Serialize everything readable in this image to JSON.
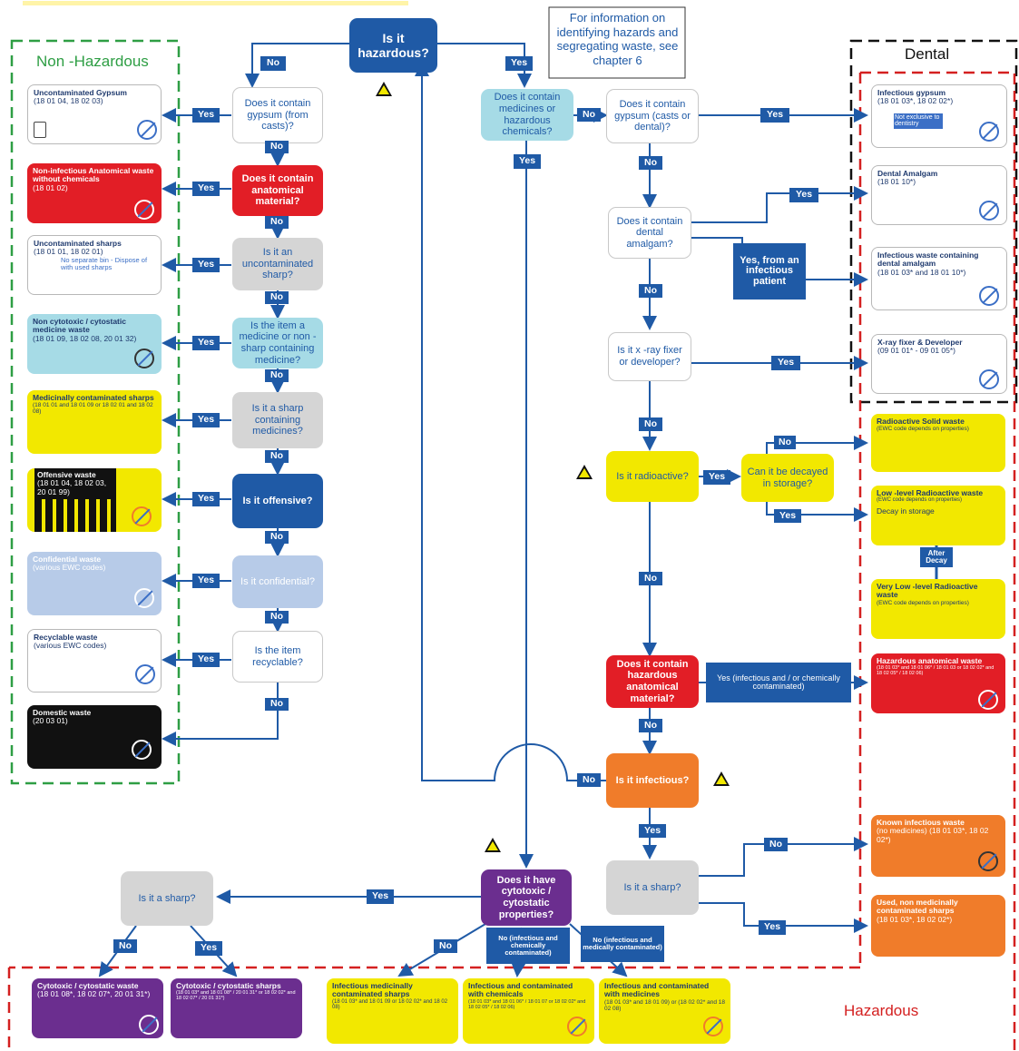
{
  "regions": {
    "non_hazardous": "Non -Hazardous",
    "dental": "Dental",
    "hazardous": "Hazardous"
  },
  "info_note": "For information on identifying hazards and segregating waste, see chapter 6",
  "questions": {
    "is_hazardous": "Is it hazardous?",
    "gypsum": "Does it contain gypsum (from casts)?",
    "anatomical": "Does it contain anatomical material?",
    "uncontam_sharp": "Is it an uncontaminated sharp?",
    "medicine_item": "Is the item a medicine or non - sharp containing medicine?",
    "sharp_medicines": "Is it a sharp containing medicines?",
    "offensive": "Is it offensive?",
    "confidential": "Is it confidential?",
    "recyclable": "Is the item recyclable?",
    "medicines_chemicals": "Does it contain medicines or hazardous chemicals?",
    "gypsum_dental": "Does it contain gypsum (casts or dental)?",
    "dental_amalgam": "Does it contain dental amalgam?",
    "xray": "Is it x -ray fixer or developer?",
    "radioactive": "Is it radioactive?",
    "decayed": "Can it be decayed in storage?",
    "haz_anatomical": "Does it contain hazardous anatomical material?",
    "infectious": "Is it infectious?",
    "cytotoxic": "Does it have cytotoxic / cytostatic properties?",
    "sharp_right": "Is it a sharp?",
    "sharp_left": "Is it a sharp?"
  },
  "labels": {
    "yes": "Yes",
    "no": "No",
    "yes_infectious_patient": "Yes, from an infectious patient",
    "yes_infectious_chem": "Yes (infectious and / or chemically contaminated)",
    "no_chem": "No (infectious and chemically contaminated)",
    "no_med": "No (infectious and medically contaminated)",
    "after_decay": "After Decay"
  },
  "left_boxes": [
    {
      "title": "Uncontaminated Gypsum",
      "sub": "(18 01 04, 18 02 03)"
    },
    {
      "title": "Non-infectious Anatomical waste without chemicals",
      "sub": "(18 01 02)"
    },
    {
      "title": "Uncontaminated sharps",
      "sub": "(18 01 01, 18 02 01)",
      "note": "No separate bin - Dispose of with used sharps"
    },
    {
      "title": "Non cytotoxic / cytostatic medicine waste",
      "sub": "(18 01 09, 18 02 08, 20 01 32)"
    },
    {
      "title": "Medicinally contaminated sharps",
      "sub": "(18 01 01 and 18 01 09 or 18 02 01 and 18 02 08)"
    },
    {
      "title": "Offensive waste",
      "sub": "(18 01 04, 18 02 03, 20 01 99)"
    },
    {
      "title": "Confidential waste",
      "sub": "(various EWC codes)"
    },
    {
      "title": "Recyclable waste",
      "sub": "(various EWC codes)"
    },
    {
      "title": "Domestic waste",
      "sub": "(20 03 01)"
    }
  ],
  "dental_boxes": [
    {
      "title": "Infectious gypsum",
      "sub": "(18 01 03*, 18 02 02*)",
      "note": "Not exclusive to dentistry"
    },
    {
      "title": "Dental Amalgam",
      "sub": "(18 01 10*)"
    },
    {
      "title": "Infectious waste containing dental amalgam",
      "sub": "(18 01 03* and 18 01 10*)"
    },
    {
      "title": "X-ray fixer & Developer",
      "sub": "(09 01 01*    - 09 01 05*)"
    }
  ],
  "right_boxes": [
    {
      "title": "Radioactive Solid waste",
      "sub": "(EWC code depends on properties)"
    },
    {
      "title": "Low -level Radioactive waste",
      "sub": "(EWC code depends on properties)",
      "note": "Decay in storage"
    },
    {
      "title": "Very Low -level Radioactive waste",
      "sub": "(EWC code depends on properties)"
    },
    {
      "title": "Hazardous anatomical waste",
      "sub": "(18 01 03* and 18 01 06* / 18 01 03 or 18 02 02* and 18 02 05* / 18 02 06)"
    },
    {
      "title": "Known infectious waste",
      "sub": "(no medicines) (18 01 03*, 18 02 02*)"
    },
    {
      "title": "Used, non medicinally contaminated sharps",
      "sub": "(18 01 03*, 18 02 02*)"
    }
  ],
  "bottom_boxes": [
    {
      "title": "Cytotoxic / cytostatic waste",
      "sub": "(18 01 08*, 18 02 07*, 20 01 31*)"
    },
    {
      "title": "Cytotoxic / cytostatic sharps",
      "sub": "(18 01 03* and 18 01 08* / 20 01 31* or 18 02 02* and 18 02 07* / 20 01 31*)"
    },
    {
      "title": "Infectious medicinally contaminated sharps",
      "sub": "(18 01 03* and 18 01 09 or 18 02 02* and 18 02 08)"
    },
    {
      "title": "Infectious and contaminated with chemicals",
      "sub": "(18 01 03* and 18 01 06* / 18 01 07 or 18 02 02* and 18 02 05* / 18 02 06)"
    },
    {
      "title": "Infectious and contaminated with medicines",
      "sub": "(18 01 03* and 18 01 09) or (18 02 02* and 18 02 08)"
    }
  ],
  "colors": {
    "blue": "#1f5aa6",
    "green_border": "#2e9e44",
    "red_border": "#d42020",
    "black_border": "#111111"
  }
}
